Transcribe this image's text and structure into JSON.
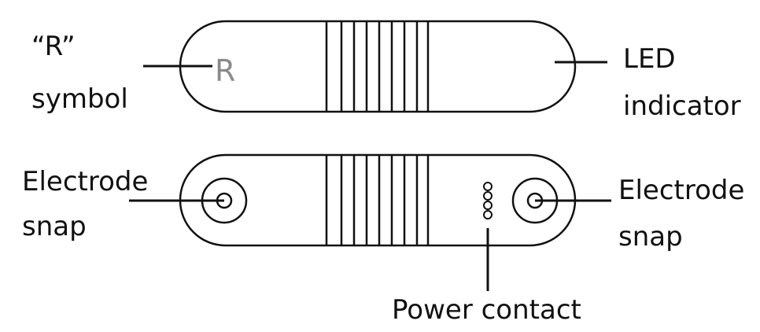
{
  "device_top": {
    "symbol_text": "R"
  },
  "labels": {
    "r_symbol_line1": "“R”",
    "r_symbol_line2": "symbol",
    "led_line1": "LED",
    "led_line2": "indicator",
    "electrode_left_line1": "Electrode",
    "electrode_left_line2": "snap",
    "electrode_right_line1": "Electrode",
    "electrode_right_line2": "snap",
    "power_contact": "Power contact"
  },
  "colors": {
    "stroke": "#111111",
    "symbol": "#8a8a8a"
  }
}
